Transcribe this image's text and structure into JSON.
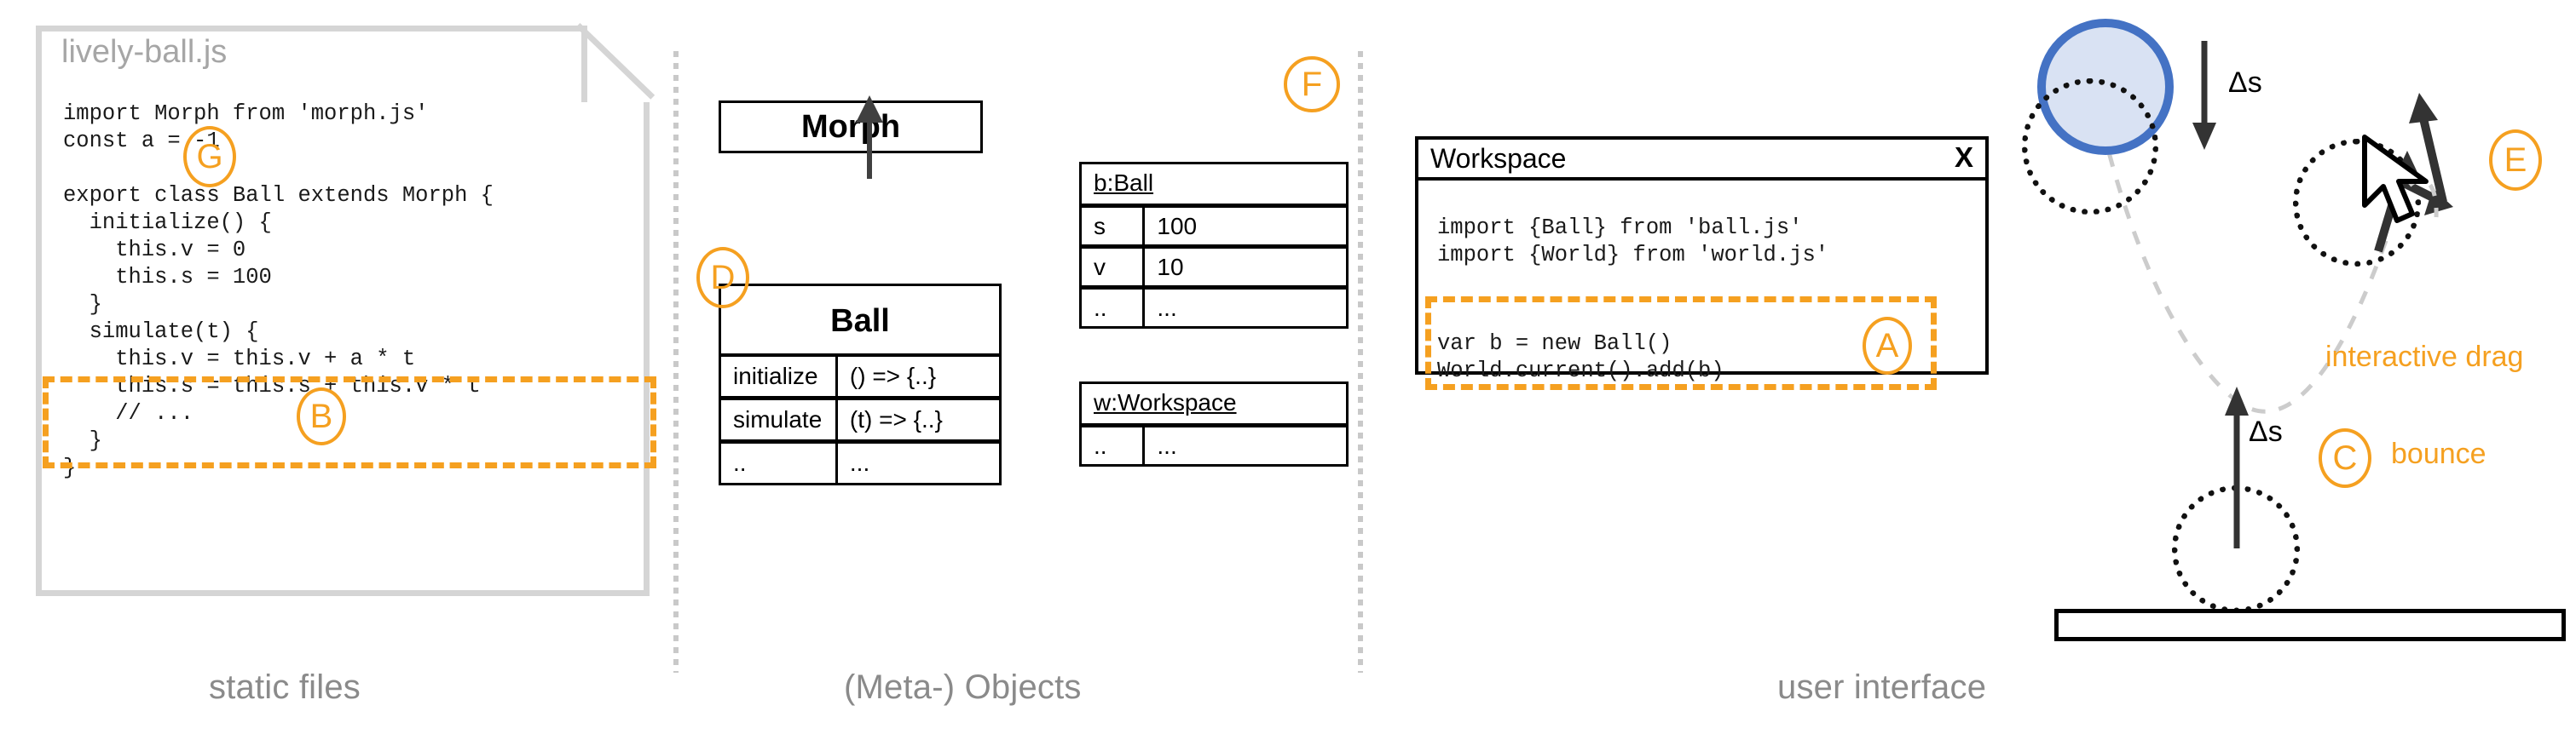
{
  "columns": {
    "static_files_caption": "static files",
    "meta_objects_caption": "(Meta-) Objects",
    "user_interface_caption": "user interface"
  },
  "colors": {
    "annotation_orange": "#F5A020",
    "ball_stroke_blue": "#4472C4",
    "ball_fill_blue": "#D9E2F3",
    "divider_gray": "#c9c9c9",
    "panel_gray": "#d5d5d5",
    "caption_gray": "#8a8a8a"
  },
  "file_panel": {
    "title": "lively-ball.js",
    "code_top": "import Morph from 'morph.js'\nconst a = -1\n\nexport class Ball extends Morph {\n  initialize() {\n    this.v = 0\n    this.s = 100\n  }\n  simulate(t) {\n    this.v = this.v + a * t\n    this.s = this.s + this.v * t\n    // ...\n  }\n}",
    "markers": [
      {
        "id": "G",
        "label": "G"
      },
      {
        "id": "B",
        "label": "B"
      }
    ]
  },
  "uml": {
    "superclass": {
      "name": "Morph"
    },
    "subclass": {
      "name": "Ball",
      "rows": [
        {
          "name": "initialize",
          "signature": "() => {..}"
        },
        {
          "name": "simulate",
          "signature": "(t) => {..}"
        },
        {
          "name": "..",
          "signature": "..."
        }
      ]
    },
    "marker_d": "D"
  },
  "objects": {
    "ball_instance": {
      "title": "b:Ball",
      "rows": [
        {
          "key": "s",
          "value": "100"
        },
        {
          "key": "v",
          "value": "10"
        },
        {
          "key": "..",
          "value": "..."
        }
      ]
    },
    "workspace_instance": {
      "title": "w:Workspace",
      "rows": [
        {
          "key": "..",
          "value": "..."
        }
      ]
    },
    "marker_f": "F"
  },
  "workspace_window": {
    "title": "Workspace",
    "close_label": "X",
    "code_imports": "import {Ball} from 'ball.js'\nimport {World} from 'world.js'",
    "code_highlighted": "var b = new Ball()\nWorld.current().add(b)",
    "marker_a": "A"
  },
  "scene": {
    "delta_s_top": "Δs",
    "delta_s_bottom": "Δs",
    "bounce_label": "bounce",
    "bounce_marker": "C",
    "drag_label": "interactive drag",
    "drag_marker": "E"
  }
}
